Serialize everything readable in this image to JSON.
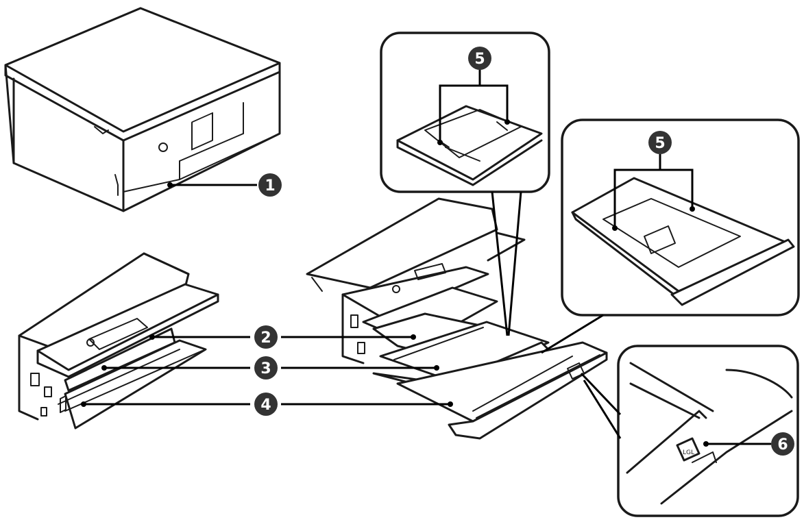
{
  "callouts": [
    {
      "id": "callout-1",
      "label": "1"
    },
    {
      "id": "callout-2",
      "label": "2"
    },
    {
      "id": "callout-3",
      "label": "3"
    },
    {
      "id": "callout-4",
      "label": "4"
    },
    {
      "id": "callout-5a",
      "label": "5"
    },
    {
      "id": "callout-5b",
      "label": "5"
    },
    {
      "id": "callout-6",
      "label": "6"
    }
  ],
  "tray_marking": {
    "text": "LGL"
  }
}
